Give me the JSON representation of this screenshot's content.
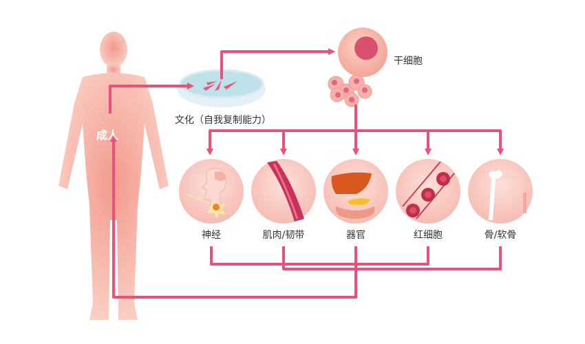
{
  "title_labels": {
    "adult": "成人",
    "culture": "文化（自我复制能力）",
    "stem_cell": "干细胞"
  },
  "categories": [
    {
      "label": "神经",
      "icon": "nerve-icon"
    },
    {
      "label": "肌肉/韧带",
      "icon": "muscle-icon"
    },
    {
      "label": "器官",
      "icon": "organ-icon"
    },
    {
      "label": "红细胞",
      "icon": "red-blood-cell-icon"
    },
    {
      "label": "骨/软骨",
      "icon": "bone-icon"
    }
  ],
  "colors": {
    "arrow": "#e9507a",
    "body": "#f6a79a",
    "circle": "#f8c2ba"
  }
}
